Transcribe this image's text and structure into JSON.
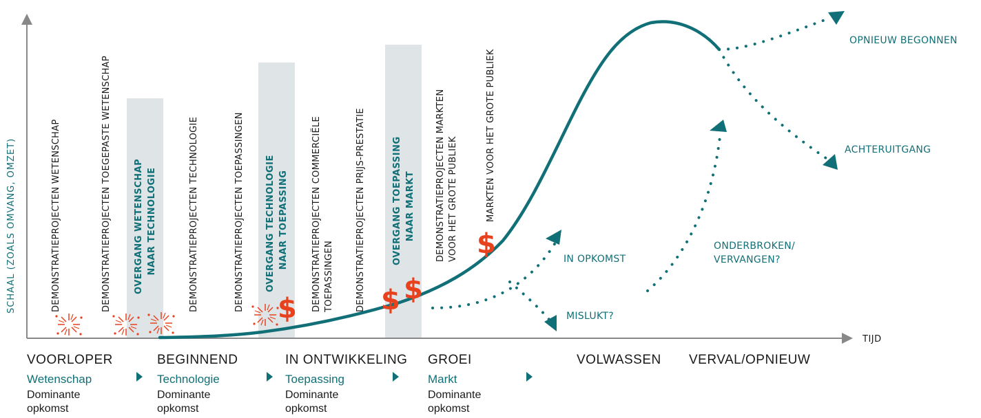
{
  "axes": {
    "y_title": "SCHAAL (ZOALS OMVANG, OMZET)",
    "x_title": "TIJD"
  },
  "columns": [
    "DEMONSTRATIEPROJECTEN WETENSCHAP",
    "DEMONSTRATIEPROJECTEN TOEGEPASTE WETENSCHAP",
    "DEMONSTRATIEPROJECTEN TECHNOLOGIE",
    "DEMONSTRATIEPROJECTEN TOEPASSINGEN",
    [
      "DEMONSTRATIEPROJECTEN COMMERCIËLE",
      "TOEPASSINGEN"
    ],
    "DEMONSTRATIEPROJECTEN PRIJS-PRESTATIE",
    [
      "DEMONSTRATIEPROJECTEN MARKTEN",
      "VOOR HET GROTE PUBLIEK"
    ],
    "MARKTEN VOOR HET GROTE PUBLIEK"
  ],
  "transitions": [
    [
      "OVERGANG WETENSCHAP",
      "NAAR TECHNOLOGIE"
    ],
    [
      "OVERGANG TECHNOLOGIE",
      "NAAR TOEPASSING"
    ],
    [
      "OVERGANG TOEPASSING",
      "NAAR MARKT"
    ]
  ],
  "outcomes": {
    "restart": "OPNIEUW BEGONNEN",
    "decline": "ACHTERUITGANG",
    "emerging": "IN OPKOMST",
    "failed": "MISLUKT?",
    "interrupted_1": "ONDERBROKEN/",
    "interrupted_2": "VERVANGEN?"
  },
  "dollar_symbol": "$",
  "stages": [
    {
      "name": "VOORLOPER",
      "sub": "Wetenschap",
      "dom1": "Dominante",
      "dom2": "opkomst"
    },
    {
      "name": "BEGINNEND",
      "sub": "Technologie",
      "dom1": "Dominante",
      "dom2": "opkomst"
    },
    {
      "name": "IN ONTWIKKELING",
      "sub": "Toepassing",
      "dom1": "Dominante",
      "dom2": "opkomst"
    },
    {
      "name": "GROEI",
      "sub": "Markt",
      "dom1": "Dominante",
      "dom2": "opkomst"
    },
    {
      "name": "VOLWASSEN"
    },
    {
      "name": "VERVAL/OPNIEUW"
    }
  ],
  "colors": {
    "teal": "#117077",
    "orange": "#e8411e",
    "axis": "#888888",
    "band": "#dfe5e6"
  }
}
